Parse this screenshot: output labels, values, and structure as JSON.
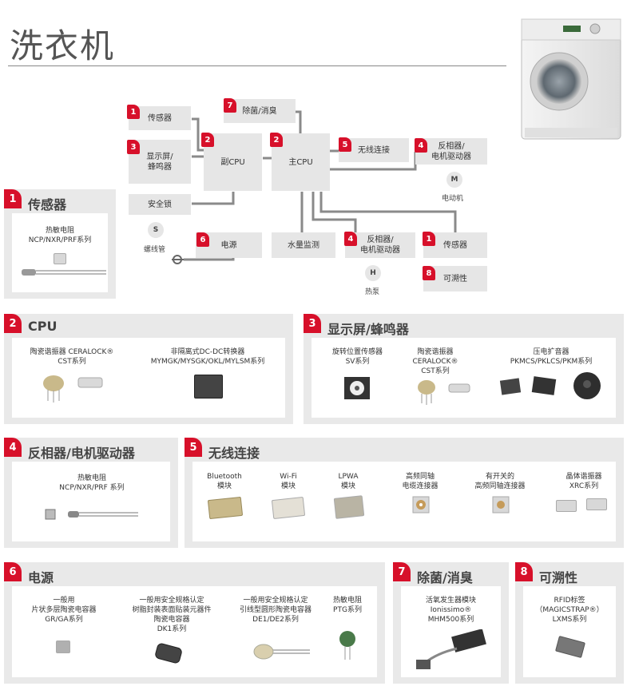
{
  "title": "洗衣机",
  "diagram": {
    "nodes": [
      {
        "id": "sensor_top",
        "badge": "1",
        "label": "传感器"
      },
      {
        "id": "display",
        "badge": "3",
        "label": "显示屏/\n蜂鸣器"
      },
      {
        "id": "subcpu",
        "badge": "2",
        "label": "副CPU"
      },
      {
        "id": "sterilize",
        "badge": "7",
        "label": "除菌/消臭"
      },
      {
        "id": "maincpu",
        "badge": "2",
        "label": "主CPU"
      },
      {
        "id": "wireless",
        "badge": "5",
        "label": "无线连接"
      },
      {
        "id": "inverter_top",
        "badge": "4",
        "label": "反相器/\n电机驱动器"
      },
      {
        "id": "safety",
        "badge": "",
        "label": "安全锁"
      },
      {
        "id": "power",
        "badge": "6",
        "label": "电源"
      },
      {
        "id": "water",
        "badge": "",
        "label": "水量监测"
      },
      {
        "id": "inverter_mid",
        "badge": "4",
        "label": "反相器/\n电机驱动器"
      },
      {
        "id": "sensor_mid",
        "badge": "1",
        "label": "传感器"
      },
      {
        "id": "trace",
        "badge": "8",
        "label": "可溯性"
      }
    ],
    "circles": [
      {
        "id": "motor",
        "letter": "M",
        "label": "电动机"
      },
      {
        "id": "solenoid",
        "letter": "S",
        "label": "螺线管"
      },
      {
        "id": "heatpump",
        "letter": "H",
        "label": "热泵"
      }
    ]
  },
  "panels": {
    "sensor": {
      "badge": "1",
      "title": "传感器",
      "items": [
        {
          "lines": [
            "热敏电阻",
            "NCP/NXR/PRF系列"
          ]
        }
      ]
    },
    "cpu": {
      "badge": "2",
      "title": "CPU",
      "items": [
        {
          "lines": [
            "陶瓷谐振器 CERALOCK®",
            "CST系列"
          ]
        },
        {
          "lines": [
            "非隔离式DC-DC转换器",
            "MYMGK/MYSGK/OKL/MYLSM系列"
          ]
        }
      ]
    },
    "display": {
      "badge": "3",
      "title": "显示屏/蜂鸣器",
      "items": [
        {
          "lines": [
            "旋转位置传感器",
            "SV系列"
          ]
        },
        {
          "lines": [
            "陶瓷谐振器",
            "CERALOCK®",
            "CST系列"
          ]
        },
        {
          "lines": [
            "压电扩音器",
            "PKMCS/PKLCS/PKM系列"
          ]
        }
      ]
    },
    "inverter": {
      "badge": "4",
      "title": "反相器/电机驱动器",
      "items": [
        {
          "lines": [
            "热敏电阻",
            "NCP/NXR/PRF 系列"
          ]
        }
      ]
    },
    "wireless": {
      "badge": "5",
      "title": "无线连接",
      "items": [
        {
          "lines": [
            "Bluetooth",
            "模块"
          ]
        },
        {
          "lines": [
            "Wi-Fi",
            "模块"
          ]
        },
        {
          "lines": [
            "LPWA",
            "模块"
          ]
        },
        {
          "lines": [
            "高频同轴",
            "电缆连接器"
          ]
        },
        {
          "lines": [
            "有开关的",
            "高频同轴连接器"
          ]
        },
        {
          "lines": [
            "晶体谐振器",
            "XRC系列"
          ]
        }
      ]
    },
    "power": {
      "badge": "6",
      "title": "电源",
      "items": [
        {
          "lines": [
            "一般用",
            "片状多层陶瓷电容器",
            "GR/GA系列"
          ]
        },
        {
          "lines": [
            "一般用安全规格认定",
            "树脂封装表面贴装元器件",
            "陶瓷电容器",
            "DK1系列"
          ]
        },
        {
          "lines": [
            "一般用安全规格认定",
            "引线型圆形陶瓷电容器",
            "DE1/DE2系列"
          ]
        },
        {
          "lines": [
            "热敏电阻",
            "PTG系列"
          ]
        }
      ]
    },
    "sterilize": {
      "badge": "7",
      "title": "除菌/消臭",
      "items": [
        {
          "lines": [
            "活氧发生器模块",
            "Ionissimo®",
            "MHM500系列"
          ]
        }
      ]
    },
    "trace": {
      "badge": "8",
      "title": "可溯性",
      "items": [
        {
          "lines": [
            "RFID标签",
            "（MAGICSTRAP®）",
            "LXMS系列"
          ]
        }
      ]
    }
  },
  "colors": {
    "accent": "#d7102a",
    "panel": "#e9e9e9",
    "node": "#e6e6e6",
    "wire": "#8a8a8a"
  }
}
